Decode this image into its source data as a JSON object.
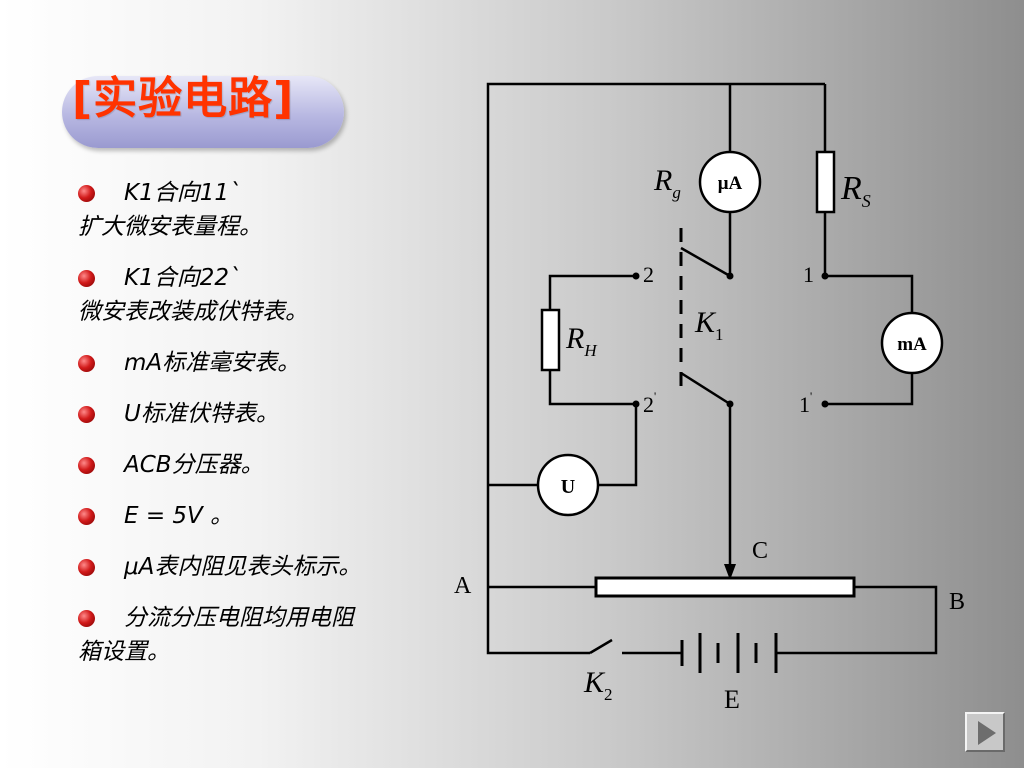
{
  "title": "[实验电路]",
  "bullets": [
    {
      "first": "K1合向11`",
      "rest": "扩大微安表量程。"
    },
    {
      "first": "K1合向22`",
      "rest": "微安表改装成伏特表。"
    },
    {
      "first": "mA标准毫安表。",
      "rest": ""
    },
    {
      "first": "U标准伏特表。",
      "rest": ""
    },
    {
      "first": "ACB分压器。",
      "rest": ""
    },
    {
      "first": "E = 5V 。",
      "rest": ""
    },
    {
      "first": "μA表内阻见表头标示。",
      "rest": ""
    },
    {
      "first": "分流分压电阻均用电阻",
      "rest": "箱设置。"
    }
  ],
  "circuit": {
    "meter_uA": "μA",
    "meter_mA": "mA",
    "meter_U": "U",
    "Rg": {
      "main": "R",
      "sub": "g"
    },
    "RS": {
      "main": "R",
      "sub": "S"
    },
    "RH": {
      "main": "R",
      "sub": "H"
    },
    "K1": {
      "main": "K",
      "sub": "1"
    },
    "K2": {
      "main": "K",
      "sub": "2"
    },
    "node_2": "2",
    "node_2p": "2",
    "node_1": "1",
    "node_1p": "1",
    "prime": "'",
    "A": "A",
    "B": "B",
    "C": "C",
    "E": "E"
  },
  "nav": {
    "icon": "play-icon"
  }
}
